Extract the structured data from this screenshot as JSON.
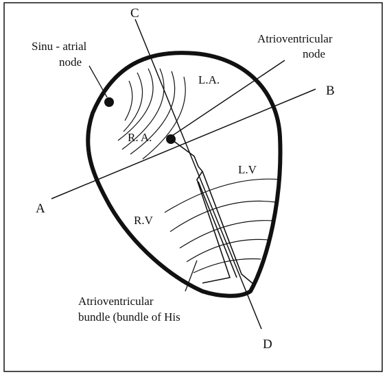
{
  "labels": {
    "sinu_atrial": [
      "Sinu - atrial",
      "node"
    ],
    "av_node": [
      "Atrioventricular",
      "node"
    ],
    "la": "L.A.",
    "ra": "R. A.",
    "lv": "L.V",
    "rv": "R.V",
    "bundle": [
      "Atrioventricular",
      "bundle (bundle of His"
    ],
    "point_a": "A",
    "point_b": "B",
    "point_c": "C",
    "point_d": "D"
  },
  "colors": {
    "ink": "#111111",
    "background": "#ffffff"
  }
}
